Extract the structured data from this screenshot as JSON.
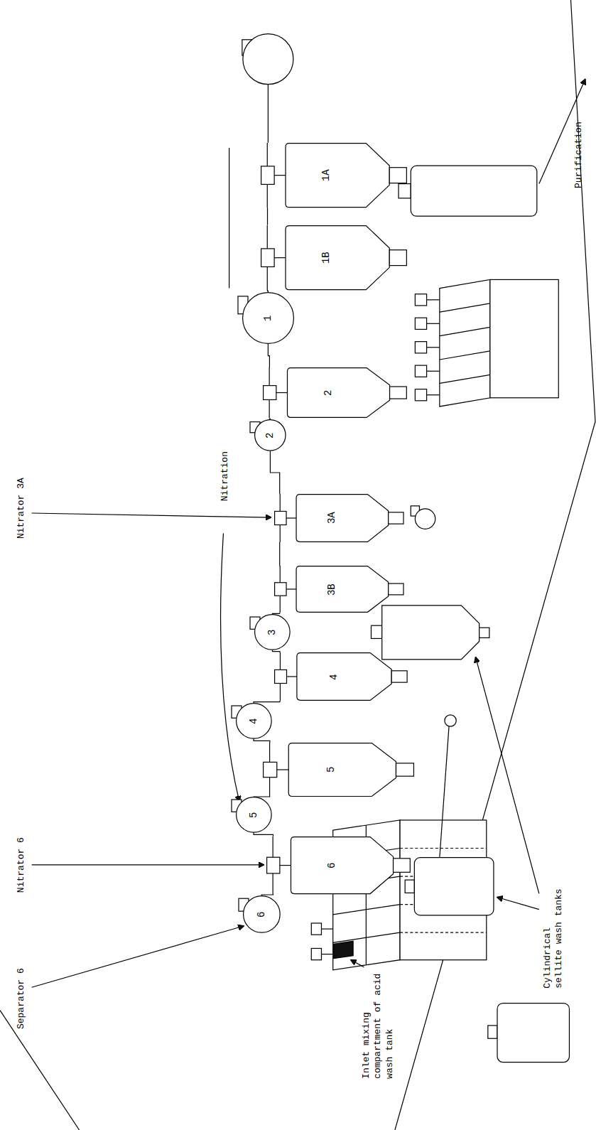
{
  "diagram": {
    "nodes": [
      {
        "text": [
          "1A"
        ]
      },
      {
        "text": [
          "1B"
        ]
      },
      {
        "text": [
          "1"
        ]
      },
      {
        "text": [
          "2"
        ]
      },
      {
        "text": [
          "2"
        ]
      },
      {
        "text": [
          "3A"
        ]
      },
      {
        "text": [
          "3B"
        ]
      },
      {
        "text": [
          "3"
        ]
      },
      {
        "text": [
          "4"
        ]
      },
      {
        "text": [
          "4"
        ]
      },
      {
        "text": [
          "5"
        ]
      },
      {
        "text": [
          "5"
        ]
      },
      {
        "text": [
          "6"
        ]
      },
      {
        "text": [
          "6"
        ]
      }
    ],
    "edges": [
      {
        "from": 0,
        "to": 1,
        "arrow": "none"
      },
      {
        "from": 1,
        "to": 2,
        "arrow": "none"
      },
      {
        "from": 2,
        "to": 3,
        "arrow": "none"
      },
      {
        "from": 3,
        "to": 4,
        "arrow": "none"
      },
      {
        "from": 4,
        "to": 5,
        "arrow": "none"
      },
      {
        "from": 5,
        "to": 6,
        "arrow": "none"
      },
      {
        "from": 6,
        "to": 7,
        "arrow": "none"
      },
      {
        "from": 7,
        "to": 8,
        "arrow": "none"
      },
      {
        "from": 8,
        "to": 9,
        "arrow": "none"
      },
      {
        "from": 9,
        "to": 10,
        "arrow": "none"
      },
      {
        "from": 10,
        "to": 11,
        "arrow": "none"
      },
      {
        "from": 11,
        "to": 12,
        "arrow": "none"
      },
      {
        "from": 12,
        "to": 13,
        "arrow": "none"
      }
    ],
    "labels": [
      "Nitrator 3A",
      "Nitration",
      "Nitrator 6",
      "Separator 6",
      "Inlet mixing compartment of acid wash tank",
      "Cylindrical sellite wash tanks",
      "Purification"
    ]
  }
}
